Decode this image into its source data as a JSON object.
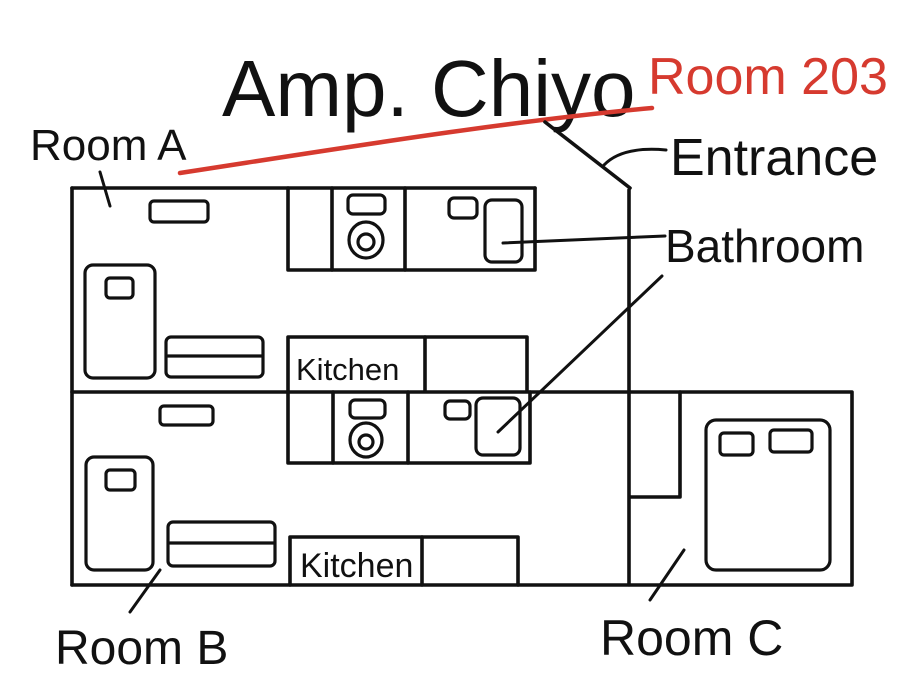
{
  "title": "Amp. Chiyo",
  "room_number": "Room 203",
  "colors": {
    "ink": "#111111",
    "accent": "#d63a2f",
    "background": "#ffffff"
  },
  "labels": {
    "room_a": "Room A",
    "room_b": "Room B",
    "room_c": "Room C",
    "entrance": "Entrance",
    "bathroom": "Bathroom"
  },
  "rooms": {
    "room_a": {
      "kitchen_label": "Kitchen"
    },
    "room_b": {
      "kitchen_label": "Kitchen"
    }
  }
}
